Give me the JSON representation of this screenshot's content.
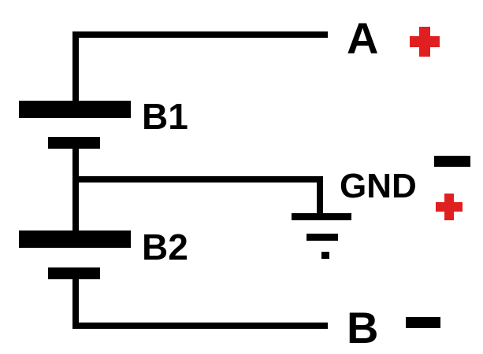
{
  "terminals": {
    "a": {
      "label": "A",
      "polarity": "plus"
    },
    "gnd": {
      "label": "GND",
      "polarity_top": "minus",
      "polarity_bottom": "plus"
    },
    "b": {
      "label": "B",
      "polarity": "minus"
    }
  },
  "batteries": [
    {
      "label": "B1"
    },
    {
      "label": "B2"
    }
  ],
  "colors": {
    "wire": "#000000",
    "plus_sign": "#e02020",
    "minus_sign": "#000000",
    "background": "#ffffff"
  },
  "icons": {
    "plus": "plus-sign-icon",
    "minus": "minus-sign-icon",
    "ground": "ground-symbol-icon"
  }
}
